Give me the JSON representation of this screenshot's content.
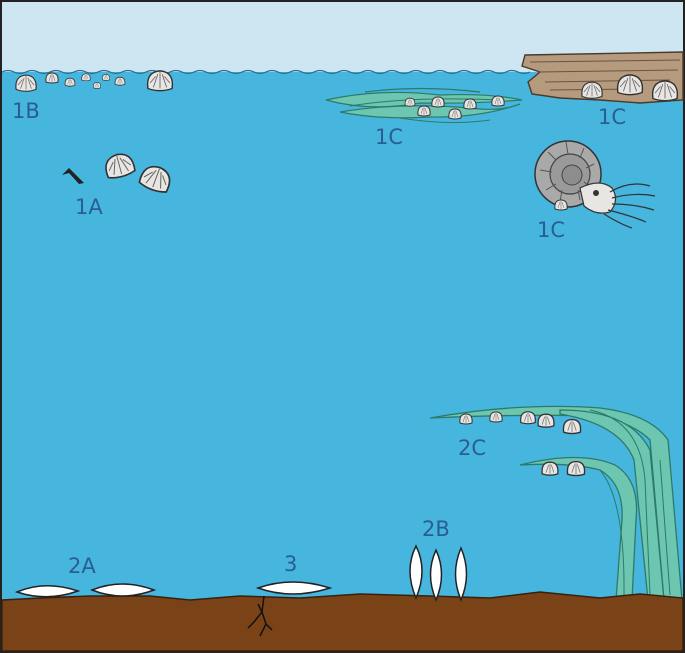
{
  "labels": {
    "l1b": "1B",
    "l1a": "1A",
    "l1c_raft": "1C",
    "l1c_wood": "1C",
    "l1c_ammonite": "1C",
    "l2c": "2C",
    "l2b": "2B",
    "l2a": "2A",
    "l3": "3"
  },
  "colors": {
    "sky": "#cde6f1",
    "water": "#46b6df",
    "sediment": "#7a4317",
    "seaweed": "#6cc6b0",
    "driftwood": "#b59a7e",
    "shell": "#e8e6e3",
    "outline": "#222222",
    "label": "#2a5d94"
  }
}
